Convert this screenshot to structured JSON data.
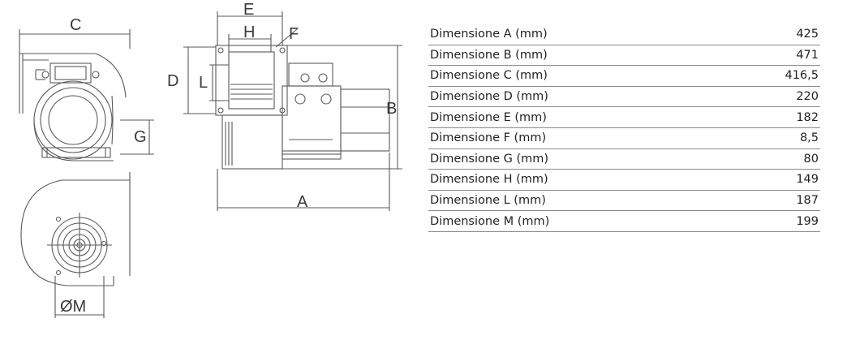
{
  "figure": {
    "labels": {
      "A": "A",
      "B": "B",
      "C": "C",
      "D": "D",
      "E": "E",
      "F": "F",
      "G": "G",
      "H": "H",
      "L": "L",
      "M": "ØM"
    }
  },
  "specs": [
    {
      "label": "Dimensione A (mm)",
      "value": "425"
    },
    {
      "label": "Dimensione B (mm)",
      "value": "471"
    },
    {
      "label": "Dimensione C (mm)",
      "value": "416,5"
    },
    {
      "label": "Dimensione D (mm)",
      "value": "220"
    },
    {
      "label": "Dimensione E (mm)",
      "value": "182"
    },
    {
      "label": "Dimensione F (mm)",
      "value": "8,5"
    },
    {
      "label": "Dimensione G (mm)",
      "value": "80"
    },
    {
      "label": "Dimensione H (mm)",
      "value": "149"
    },
    {
      "label": "Dimensione L (mm)",
      "value": "187"
    },
    {
      "label": "Dimensione M (mm)",
      "value": "199"
    }
  ]
}
